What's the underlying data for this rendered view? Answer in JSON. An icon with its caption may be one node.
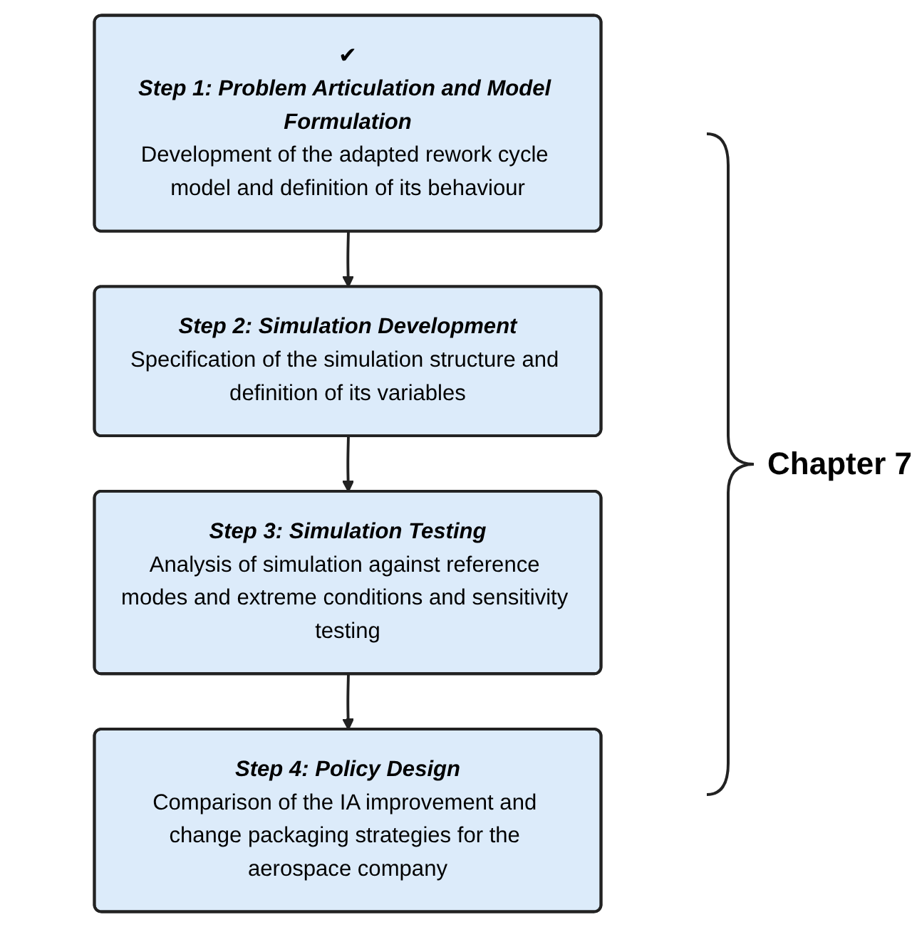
{
  "diagram": {
    "nodes": [
      {
        "text": [
          "✔",
          "Step 1: Problem Articulation and Model Formulation",
          "Development of the adapted rework cycle model and definition of its behaviour"
        ]
      },
      {
        "text": [
          "Step 2: Simulation Development",
          "Specification of the simulation structure and definition of its variables"
        ]
      },
      {
        "text": [
          "Step 3: Simulation Testing",
          "Analysis of simulation against reference modes and extreme conditions and sensitivity testing"
        ]
      },
      {
        "text": [
          "Step 4: Policy Design",
          "Comparison of the IA improvement and change packaging strategies for the aerospace company"
        ]
      }
    ],
    "edges": [
      {
        "from": 0,
        "to": 1,
        "arrow": "to"
      },
      {
        "from": 1,
        "to": 2,
        "arrow": "to"
      },
      {
        "from": 2,
        "to": 3,
        "arrow": "to"
      }
    ],
    "labels": [
      "Chapter 7"
    ]
  }
}
